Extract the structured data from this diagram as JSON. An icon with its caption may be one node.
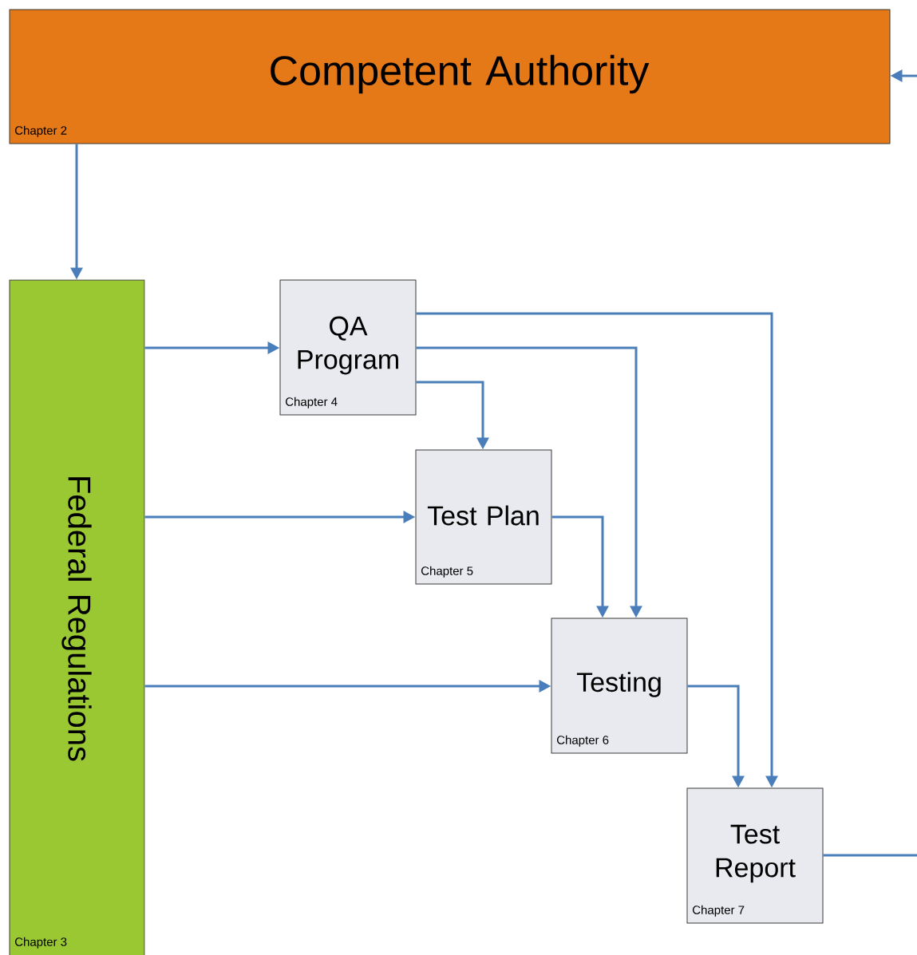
{
  "diagram": {
    "nodes": [
      {
        "text": [
          "Competent Authority",
          "Chapter 2"
        ]
      },
      {
        "text": [
          "Federal Regulations",
          "Chapter 3"
        ]
      },
      {
        "text": [
          "QA Program",
          "Chapter 4"
        ]
      },
      {
        "text": [
          "Test Plan",
          "Chapter 5"
        ]
      },
      {
        "text": [
          "Testing",
          "Chapter 6"
        ]
      },
      {
        "text": [
          "Test Report",
          "Chapter 7"
        ]
      }
    ],
    "edges": [
      {
        "from": 0,
        "to": 1,
        "arrow": "to"
      },
      {
        "from": 1,
        "to": 2,
        "arrow": "to"
      },
      {
        "from": 1,
        "to": 3,
        "arrow": "to"
      },
      {
        "from": 1,
        "to": 4,
        "arrow": "to"
      },
      {
        "from": 2,
        "to": 3,
        "arrow": "to"
      },
      {
        "from": 2,
        "to": 4,
        "arrow": "to"
      },
      {
        "from": 2,
        "to": 5,
        "arrow": "to"
      },
      {
        "from": 3,
        "to": 4,
        "arrow": "to"
      },
      {
        "from": 4,
        "to": 5,
        "arrow": "to"
      },
      {
        "from": null,
        "to": 0,
        "arrow": "to"
      },
      {
        "from": 5,
        "to": null,
        "arrow": "none"
      }
    ]
  }
}
